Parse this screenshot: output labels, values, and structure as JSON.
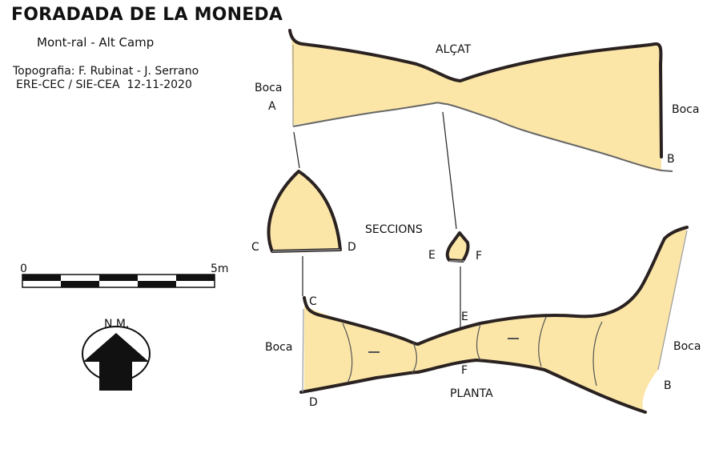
{
  "header": {
    "title": "FORADADA DE LA MONEDA",
    "location": "Mont-ral - Alt Camp",
    "topography": "Topografia: F. Rubinat - J. Serrano",
    "organization_date": "ERE-CEC / SIE-CEA  12-11-2020"
  },
  "labels": {
    "elevation_title": "ALÇAT",
    "sections_title": "SECCIONS",
    "plan_title": "PLANTA",
    "boca": "Boca",
    "point_a": "A",
    "point_b": "B",
    "point_c": "C",
    "point_d": "D",
    "point_e": "E",
    "point_f": "F"
  },
  "scale_bar": {
    "start_label": "0",
    "end_label": "5m"
  },
  "north": {
    "label": "N.M."
  },
  "colors": {
    "cave_fill": "#fbe6a8",
    "outline": "#2a2220",
    "floor_line": "#666666"
  }
}
